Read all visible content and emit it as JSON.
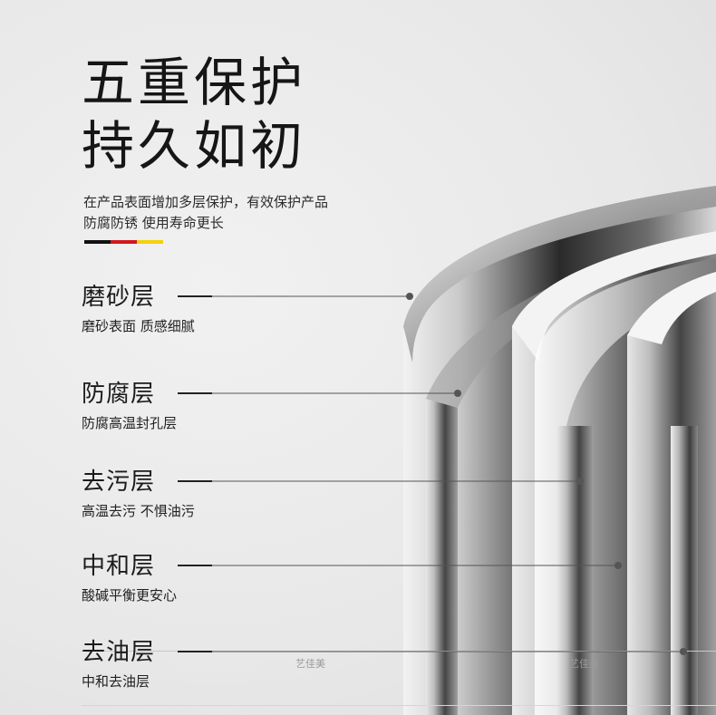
{
  "hero": {
    "title_line1": "五重保护",
    "title_line2": "持久如初",
    "desc_line1": "在产品表面增加多层保护，有效保护产品",
    "desc_line2": "防腐防锈 使用寿命更长"
  },
  "flag_colors": [
    "#111111",
    "#d4161b",
    "#f4d10c"
  ],
  "layers": [
    {
      "name": "磨砂层",
      "desc": "磨砂表面 质感细腻"
    },
    {
      "name": "防腐层",
      "desc": "防腐高温封孔层"
    },
    {
      "name": "去污层",
      "desc": "高温去污 不惧油污"
    },
    {
      "name": "中和层",
      "desc": "酸碱平衡更安心"
    },
    {
      "name": "去油层",
      "desc": "中和去油层"
    }
  ],
  "watermarks": [
    "艺佳美",
    "艺佳美"
  ]
}
